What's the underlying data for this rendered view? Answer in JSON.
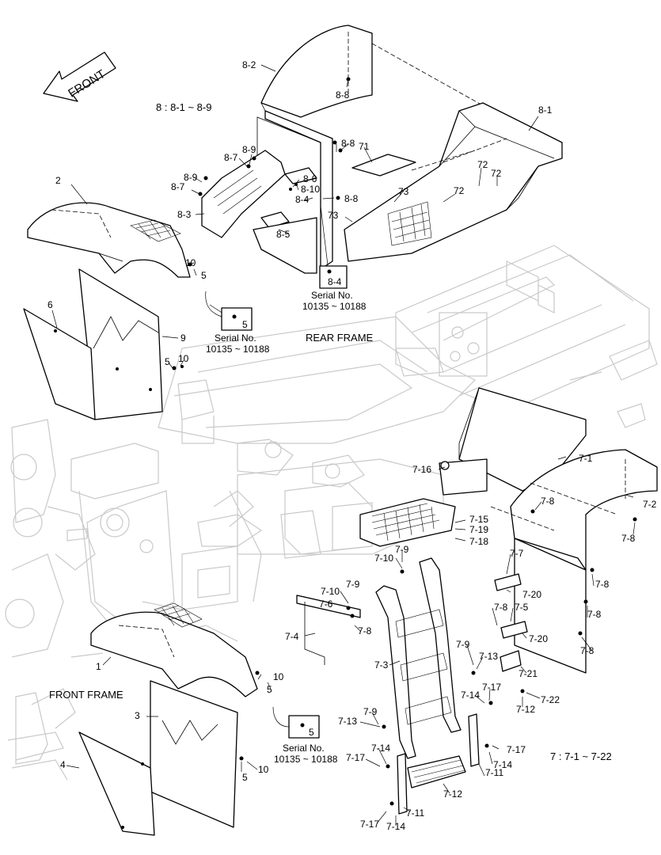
{
  "front_arrow": "FRONT",
  "group_8": "8 : 8-1 ~ 8-9",
  "group_7": "7 : 7-1 ~ 7-22",
  "rear_frame": "REAR FRAME",
  "front_frame": "FRONT FRAME",
  "serial_boxes": [
    {
      "part": "8-4",
      "line1": "Serial No.",
      "line2": "10135 ~ 10188"
    },
    {
      "part": "5",
      "line1": "Serial No.",
      "line2": "10135 ~ 10188"
    },
    {
      "part": "5",
      "line1": "Serial No.",
      "line2": "10135 ~ 10188"
    }
  ],
  "callouts": {
    "c8_2": "8-2",
    "c8_8a": "8-8",
    "c8_1": "8-1",
    "c8_8b": "8-8",
    "c8_9a": "8-9",
    "c71": "71",
    "c8_7a": "8-7",
    "c72a": "72",
    "c72b": "72",
    "c72c": "72",
    "c8_6": "8-6",
    "c8_9b": "8-9",
    "c8_10": "8-10",
    "c73a": "73",
    "c8_7b": "8-7",
    "c8_4": "8-4",
    "c8_8c": "8-8",
    "c73b": "73",
    "c8_3": "8-3",
    "c8_5": "8-5",
    "c2": "2",
    "c10a": "10",
    "c5a": "5",
    "c6": "6",
    "c9": "9",
    "c5b": "5",
    "c10b": "10",
    "c7_1": "7-1",
    "c7_16": "7-16",
    "c7_2": "7-2",
    "c7_8a": "7-8",
    "c7_15": "7-15",
    "c7_19": "7-19",
    "c7_18": "7-18",
    "c7_8b": "7-8",
    "c7_10a": "7-10",
    "c7_9a": "7-9",
    "c7_7": "7-7",
    "c7_8c": "7-8",
    "c7_10b": "7-10",
    "c7_9b": "7-9",
    "c7_6": "7-6",
    "c7_20a": "7-20",
    "c7_8d": "7-8",
    "c7_5": "7-5",
    "c7_8e": "7-8",
    "c7_4": "7-4",
    "c7_20b": "7-20",
    "c7_8f": "7-8",
    "c7_8g": "7-8",
    "c7_9c": "7-9",
    "c7_13a": "7-13",
    "c7_3": "7-3",
    "c7_21": "7-21",
    "c1": "1",
    "c10c": "10",
    "c5c": "5",
    "c7_17a": "7-17",
    "c7_14a": "7-14",
    "c7_22": "7-22",
    "c7_12a": "7-12",
    "c3": "3",
    "c7_9d": "7-9",
    "c7_13b": "7-13",
    "c7_17b": "7-17",
    "c7_14b": "7-14",
    "c7_11a": "7-11",
    "c7_14c": "7-14",
    "c4": "4",
    "c7_17c": "7-17",
    "c5d": "5",
    "c10d": "10",
    "c7_12b": "7-12",
    "c7_11b": "7-11",
    "c7_17d": "7-17",
    "c7_14d": "7-14"
  }
}
